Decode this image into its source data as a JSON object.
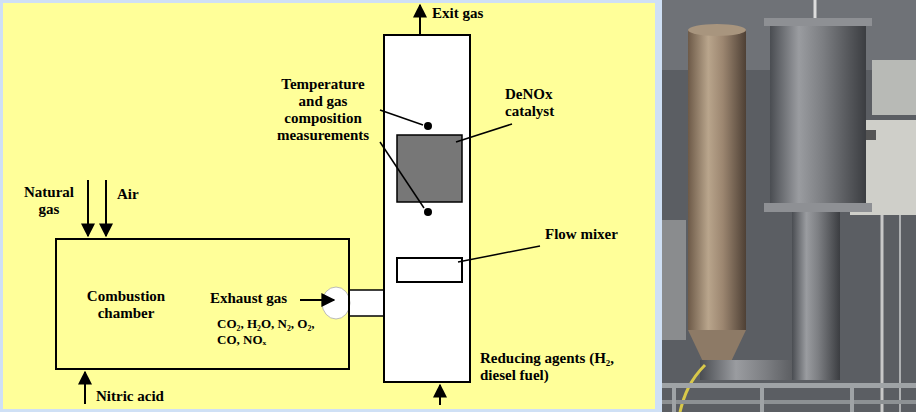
{
  "diagram": {
    "nodes": [
      {
        "text": [
          "Combustion chamber",
          "Exhaust gas",
          "CO₂, H₂O, N₂, O₂, CO, NOₓ"
        ]
      }
    ],
    "labels": [
      "Exit gas",
      "Temperature and gas composition measurements",
      "DeNOx catalyst",
      "Flow mixer",
      "Natural gas",
      "Air",
      "Nitric acid",
      "Reducing agents (H₂, diesel fuel)"
    ]
  }
}
